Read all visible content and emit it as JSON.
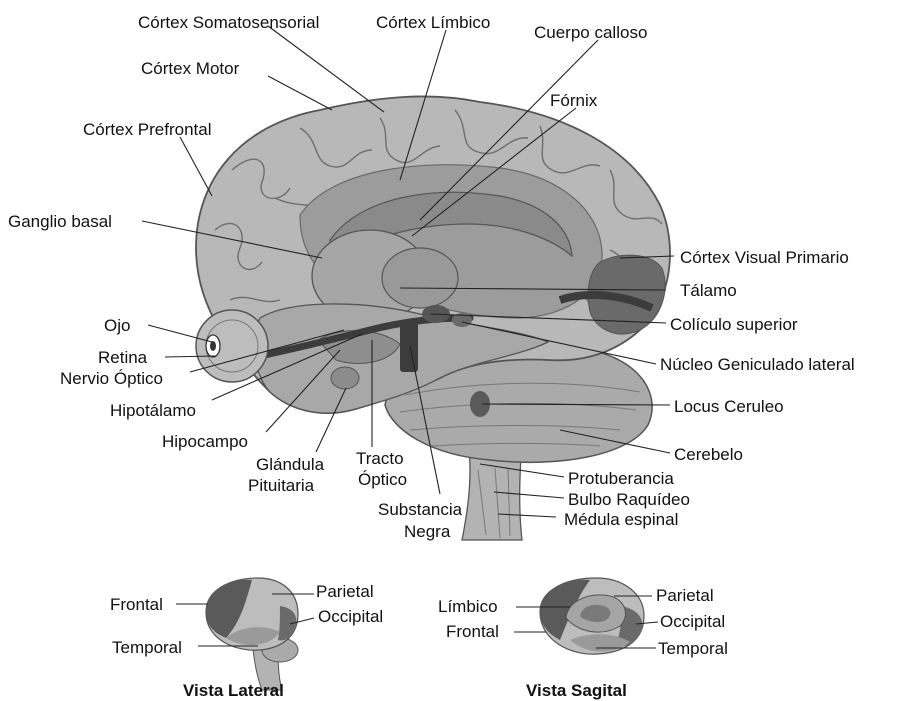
{
  "main_labels": {
    "somatosensory": "Córtex Somatosensorial",
    "limbic": "Córtex Límbico",
    "corpus_callosum": "Cuerpo calloso",
    "motor": "Córtex Motor",
    "fornix": "Fórnix",
    "prefrontal": "Córtex Prefrontal",
    "basal_ganglia": "Ganglio basal",
    "visual": "Córtex Visual Primario",
    "thalamus": "Tálamo",
    "eye": "Ojo",
    "superior_colliculus": "Colículo superior",
    "retina": "Retina",
    "optic_nerve": "Nervio Óptico",
    "lgn": "Núcleo Geniculado lateral",
    "hypothalamus": "Hipotálamo",
    "locus": "Locus Ceruleo",
    "hippocampus": "Hipocampo",
    "cerebellum": "Cerebelo",
    "pituitary_1": "Glándula",
    "pituitary_2": "Pituitaria",
    "optic_tract_1": "Tracto",
    "optic_tract_2": "Óptico",
    "pons": "Protuberancia",
    "medulla": "Bulbo Raquídeo",
    "substantia_1": "Substancia",
    "substantia_2": "Negra",
    "spinal_cord": "Médula espinal"
  },
  "lateral_view": {
    "caption": "Vista Lateral",
    "frontal": "Frontal",
    "parietal": "Parietal",
    "occipital": "Occipital",
    "temporal": "Temporal"
  },
  "sagittal_view": {
    "caption": "Vista Sagital",
    "limbic": "Límbico",
    "frontal": "Frontal",
    "parietal": "Parietal",
    "occipital": "Occipital",
    "temporal": "Temporal"
  },
  "colors": {
    "cortex_light": "#b8b8b8",
    "cortex_mid": "#9c9c9c",
    "region_dark": "#6a6a6a",
    "structure_darkest": "#3c3c3c",
    "outline": "#555555"
  }
}
